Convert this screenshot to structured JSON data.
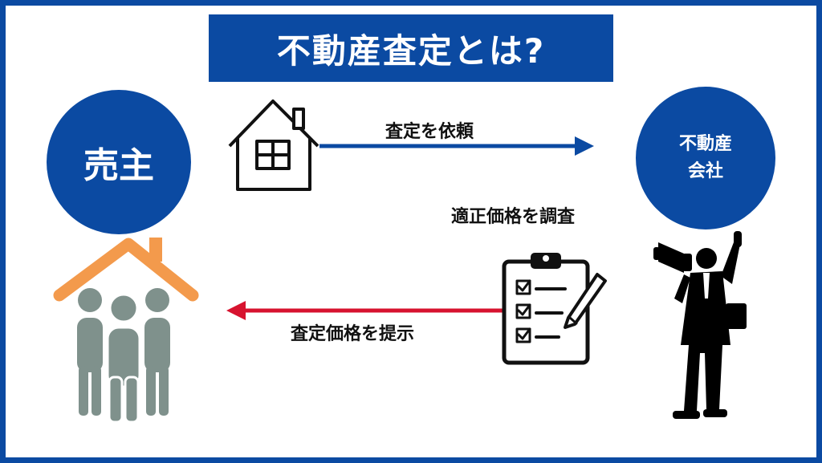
{
  "title": "不動産査定とは?",
  "seller": {
    "label": "売主"
  },
  "company": {
    "line1": "不動産",
    "line2": "会社"
  },
  "flows": {
    "request": "査定を依頼",
    "investigate": "適正価格を調査",
    "present": "査定価格を提示"
  },
  "colors": {
    "brand_blue": "#0b4aa2",
    "arrow_red": "#d7132f",
    "roof_orange": "#f39a4c",
    "people_gray": "#7f918c"
  },
  "icons": [
    "house-icon",
    "clipboard-checklist-icon",
    "businessman-megaphone-icon",
    "family-under-roof-icon"
  ]
}
